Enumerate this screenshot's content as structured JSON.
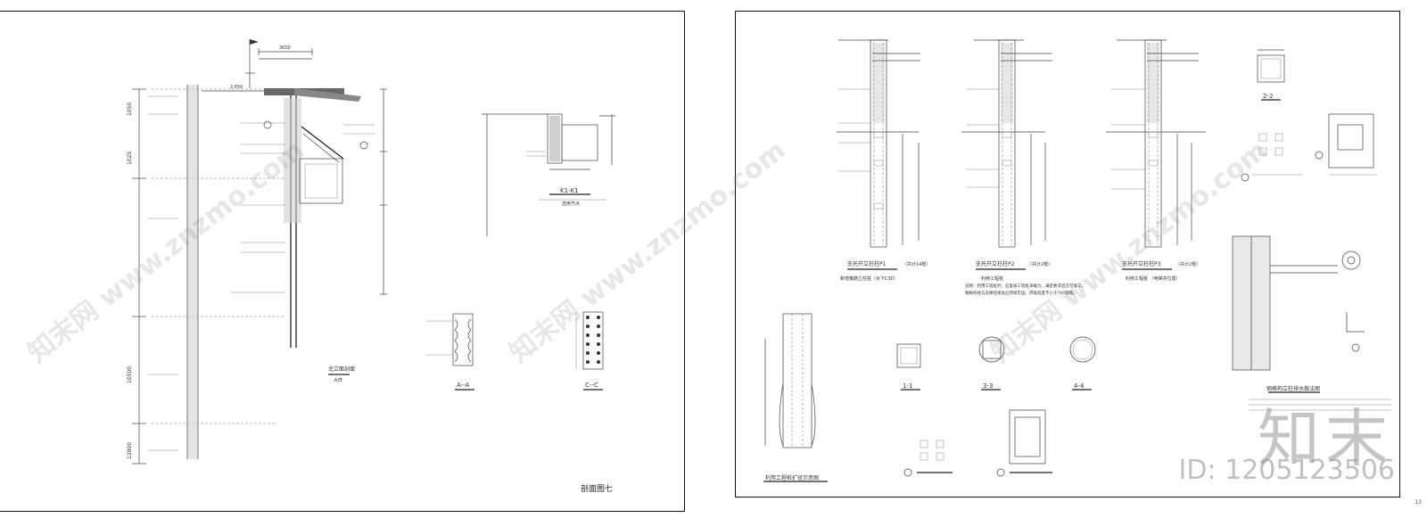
{
  "left_sheet": {
    "sheet_title": "剖面图七",
    "section_labels": {
      "main": "北立面剖面",
      "main_sub": "大样",
      "k": "K1-K1",
      "k_sub": "选用节点",
      "a": "A--A",
      "c": "C--C"
    },
    "dims": [
      "3600",
      "2.650",
      "1050",
      "1025",
      "12900",
      "10500"
    ]
  },
  "right_sheet": {
    "column_titles": [
      {
        "title": "支托开立柱柱P1",
        "count": "（共计14根）",
        "sub": "新增箍筋立柱桩（水下C30）"
      },
      {
        "title": "支托开立柱柱P2",
        "count": "（共计2根）",
        "sub": "利用工程桩"
      },
      {
        "title": "支托开立柱柱P3",
        "count": "（共计2根）",
        "sub": "利用工程桩  （电梯井位置）"
      }
    ],
    "section_marks": [
      "1-1",
      "2-2",
      "3-3",
      "4-4"
    ],
    "detail_titles": [
      "利用工程桩扩径示意图",
      "钢格构立柱排水做法图"
    ],
    "notes_line1": "说明：利用工程桩时，应复核工程桩承载力，满足要求后方可施工。",
    "notes_line2": "钢格构柱与支撑连接处应焊接牢固，焊缝高度不小于700钢筋。",
    "page_number": "13"
  },
  "watermarks": [
    "知末网 www.znzmo.com"
  ],
  "brand": {
    "logo_text": "知末",
    "id_text": "ID: 1205123506"
  }
}
